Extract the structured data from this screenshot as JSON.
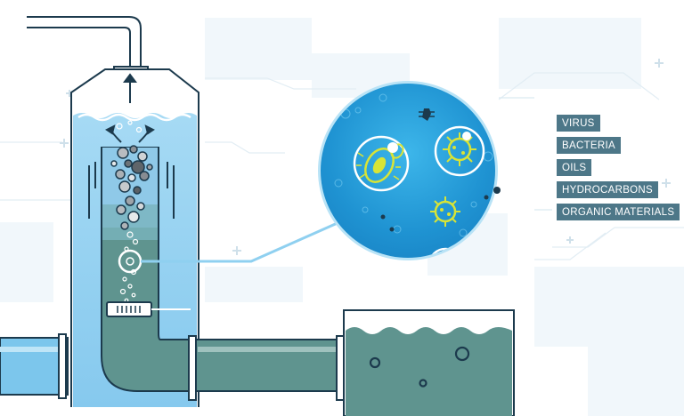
{
  "contaminants": [
    {
      "label": "VIRUS"
    },
    {
      "label": "BACTERIA"
    },
    {
      "label": "OILS"
    },
    {
      "label": "HYDROCARBONS"
    },
    {
      "label": "ORGANIC MATERIALS"
    }
  ],
  "colors": {
    "water_light": "#9fd6f2",
    "water_mid": "#7cc6ec",
    "dirty_water": "#5f948f",
    "outline": "#1c3a4d",
    "magnifier_blue": "#2ba3dd",
    "microbe_yellow": "#d8e436",
    "label_bg": "#4d7788"
  },
  "icons": [
    "air-inlet-pipe",
    "flotation-column",
    "magnifier-circle",
    "bacteria-icon",
    "virus-icon",
    "plus-icon"
  ]
}
